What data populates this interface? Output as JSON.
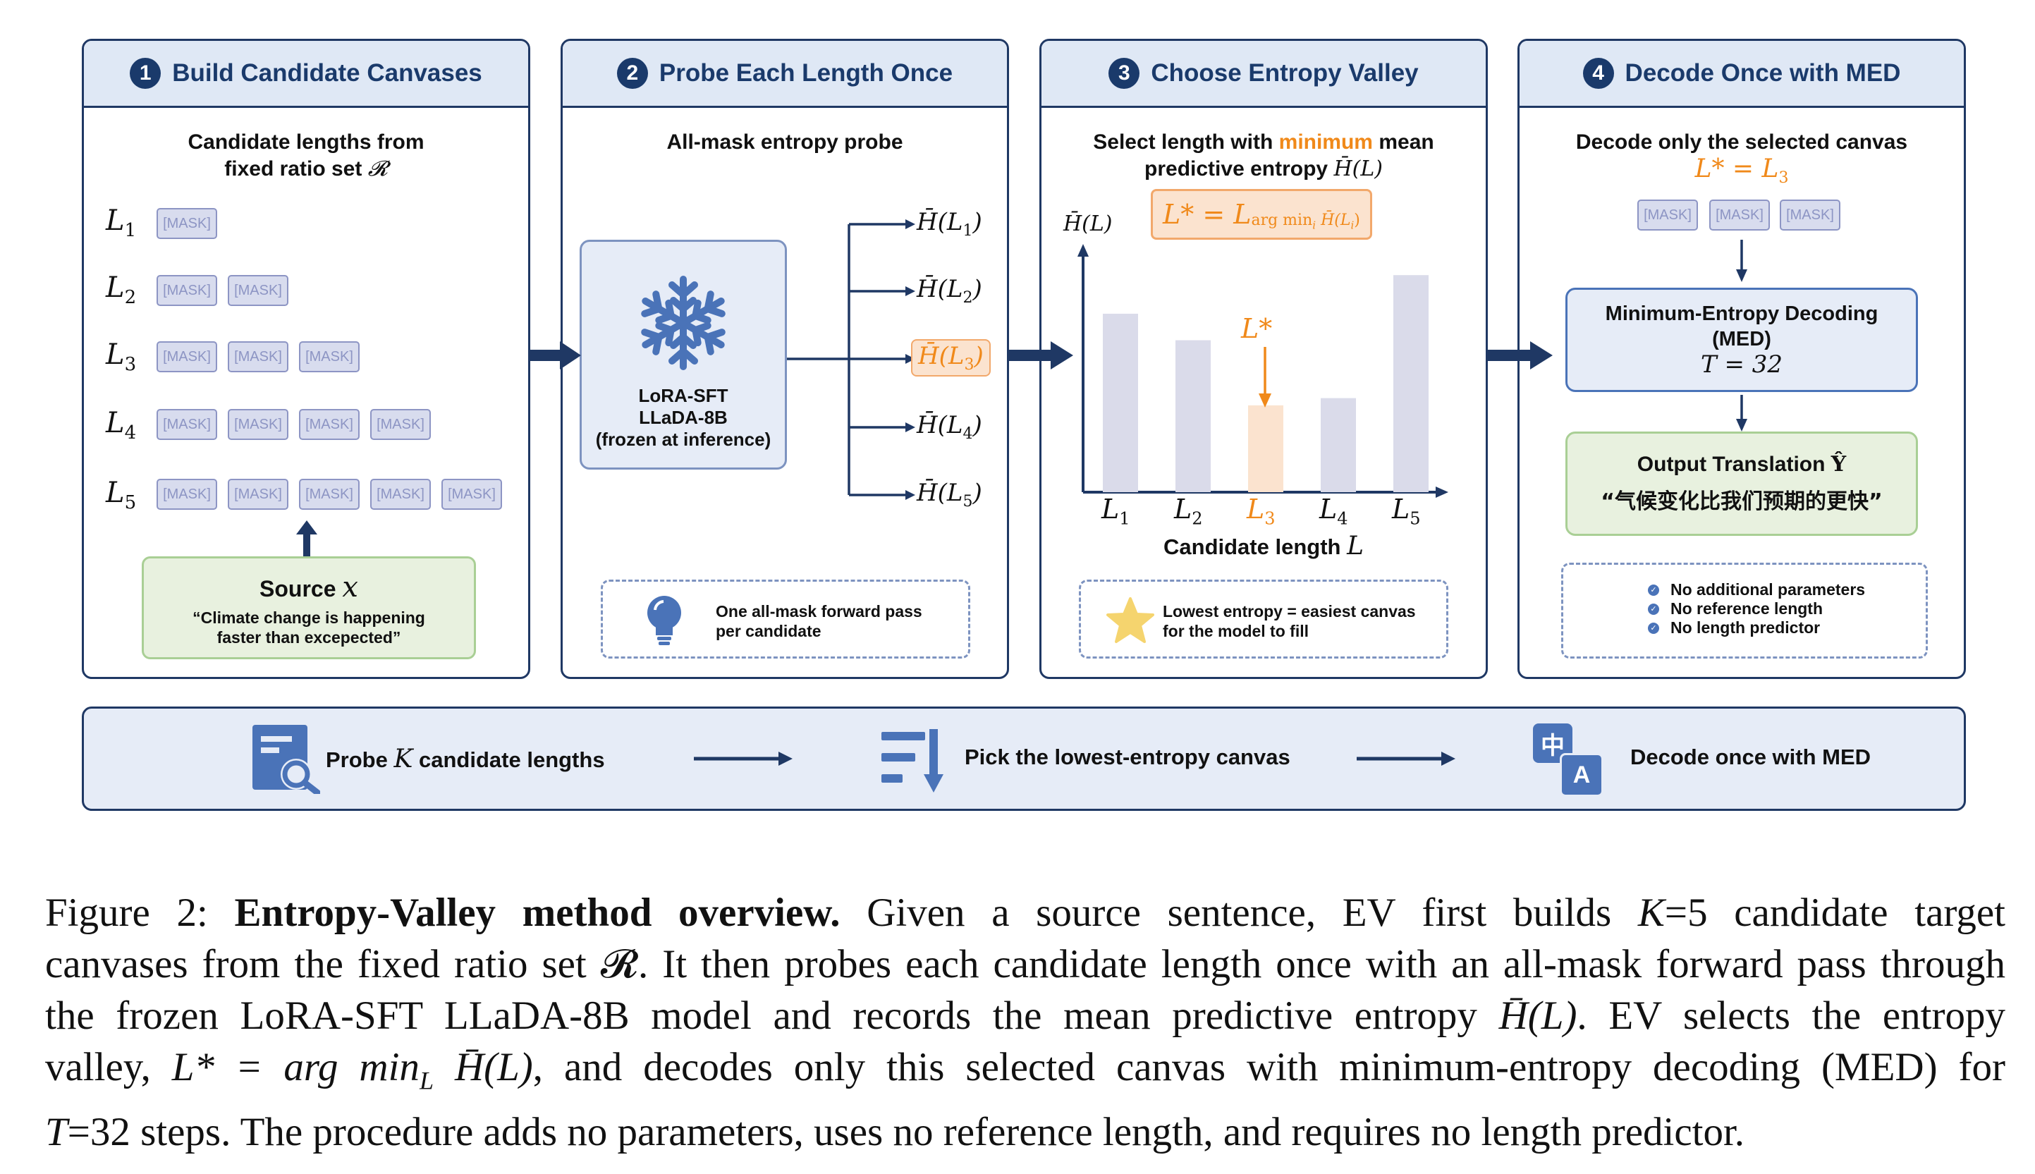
{
  "panels": [
    {
      "num": "1",
      "title": "Build Candidate Canvases"
    },
    {
      "num": "2",
      "title": "Probe Each Length Once"
    },
    {
      "num": "3",
      "title": "Choose Entropy Valley"
    },
    {
      "num": "4",
      "title": "Decode Once with MED"
    }
  ],
  "p1": {
    "subtitle_line1": "Candidate lengths from",
    "subtitle_line2": "fixed ratio set",
    "set_symbol": "𝓡",
    "mask_label": "[MASK]",
    "lengths": [
      "L",
      "L",
      "L",
      "L",
      "L"
    ],
    "length_subs": [
      "1",
      "2",
      "3",
      "4",
      "5"
    ],
    "source_title": "Source",
    "source_var": "x",
    "source_line1": "“Climate change is happening",
    "source_line2": "faster than excepected”"
  },
  "p2": {
    "subtitle": "All-mask entropy probe",
    "model_line1": "LoRA-SFT",
    "model_line2": "LLaDA-8B",
    "model_line3": "(frozen at inference)",
    "outputs": [
      "H̄(L",
      "H̄(L",
      "H̄(L",
      "H̄(L",
      "H̄(L"
    ],
    "output_subs": [
      "1",
      "2",
      "3",
      "4",
      "5"
    ],
    "note_line1": "One all-mask forward pass",
    "note_line2": "per candidate"
  },
  "p3": {
    "subtitle_pre": "Select length with",
    "subtitle_highlight": "minimum",
    "subtitle_post": "mean",
    "subtitle_line2": "predictive entropy",
    "subtitle_symbol": "H̄(L)",
    "formula": "L* = L",
    "formula_sub": "arg min",
    "formula_sub_i": "i",
    "formula_sub_tail": "H̄(L",
    "formula_sub_tail_i": "i",
    "y_axis_label": "H̄(L)",
    "pointer_label": "L*",
    "x_axis_label": "Candidate length",
    "x_axis_var": "L",
    "note_line1": "Lowest entropy = easiest canvas",
    "note_line2": "for the model to fill"
  },
  "chart_data": {
    "type": "bar",
    "categories": [
      "L1",
      "L2",
      "L3",
      "L4",
      "L5"
    ],
    "values": [
      0.74,
      0.63,
      0.36,
      0.39,
      0.9
    ],
    "highlight_index": 2,
    "xlabel": "Candidate length L",
    "ylabel": "H̄(L)",
    "ylim": [
      0,
      1
    ],
    "colors": {
      "bar": "#dadbea",
      "highlight": "#fbe3cf",
      "axis": "#1f3864"
    }
  },
  "p4": {
    "subtitle": "Decode only the selected canvas",
    "selected": "L* = L",
    "selected_sub": "3",
    "mask_label": "[MASK]",
    "med_line1": "Minimum-Entropy Decoding",
    "med_line2": "(MED)",
    "med_line3": "T = 32",
    "output_title": "Output Translation",
    "output_symbol": "Ŷ",
    "output_text": "“气候变化比我们预期的更快”",
    "benefits": [
      "No additional parameters",
      "No reference length",
      "No length predictor"
    ]
  },
  "bottom": {
    "step1_pre": "Probe",
    "step1_var": "K",
    "step1_post": "candidate lengths",
    "step2": "Pick the lowest-entropy canvas",
    "step3": "Decode once with MED",
    "translate_glyph": "中",
    "translate_letter": "A"
  },
  "caption": {
    "l1_a": "Figure 2:",
    "l1_b": "Entropy-Valley method overview.",
    "l1_c": "Given a source sentence, EV first builds",
    "l1_d": "K",
    "l1_e": "=5 candidate target",
    "l2_a": "canvases from the fixed ratio set",
    "l2_b": "𝓡",
    "l2_c": ". It then probes each candidate length once with an all-mask forward pass through",
    "l3_a": "the frozen LoRA-SFT LLaDA-8B model and records the mean predictive entropy",
    "l3_b": "H̄(L)",
    "l3_c": ". EV selects the entropy",
    "l4_a": "valley,",
    "l4_b": "L* = arg min",
    "l4_c": "L",
    "l4_d": "H̄(L)",
    "l4_e": ", and decodes only this selected canvas with minimum-entropy decoding (MED) for",
    "l5_a": "T",
    "l5_b": "=32 steps. The procedure adds no parameters, uses no reference length, and requires no length predictor."
  },
  "colors": {
    "navy": "#1f3864",
    "header_bg": "#dfe8f5",
    "orange": "#f0891a",
    "green_bg": "#e8f1df",
    "green_border": "#a9cf95",
    "blue_box": "#e6ecf7",
    "mask_bg": "#d8dcee"
  }
}
